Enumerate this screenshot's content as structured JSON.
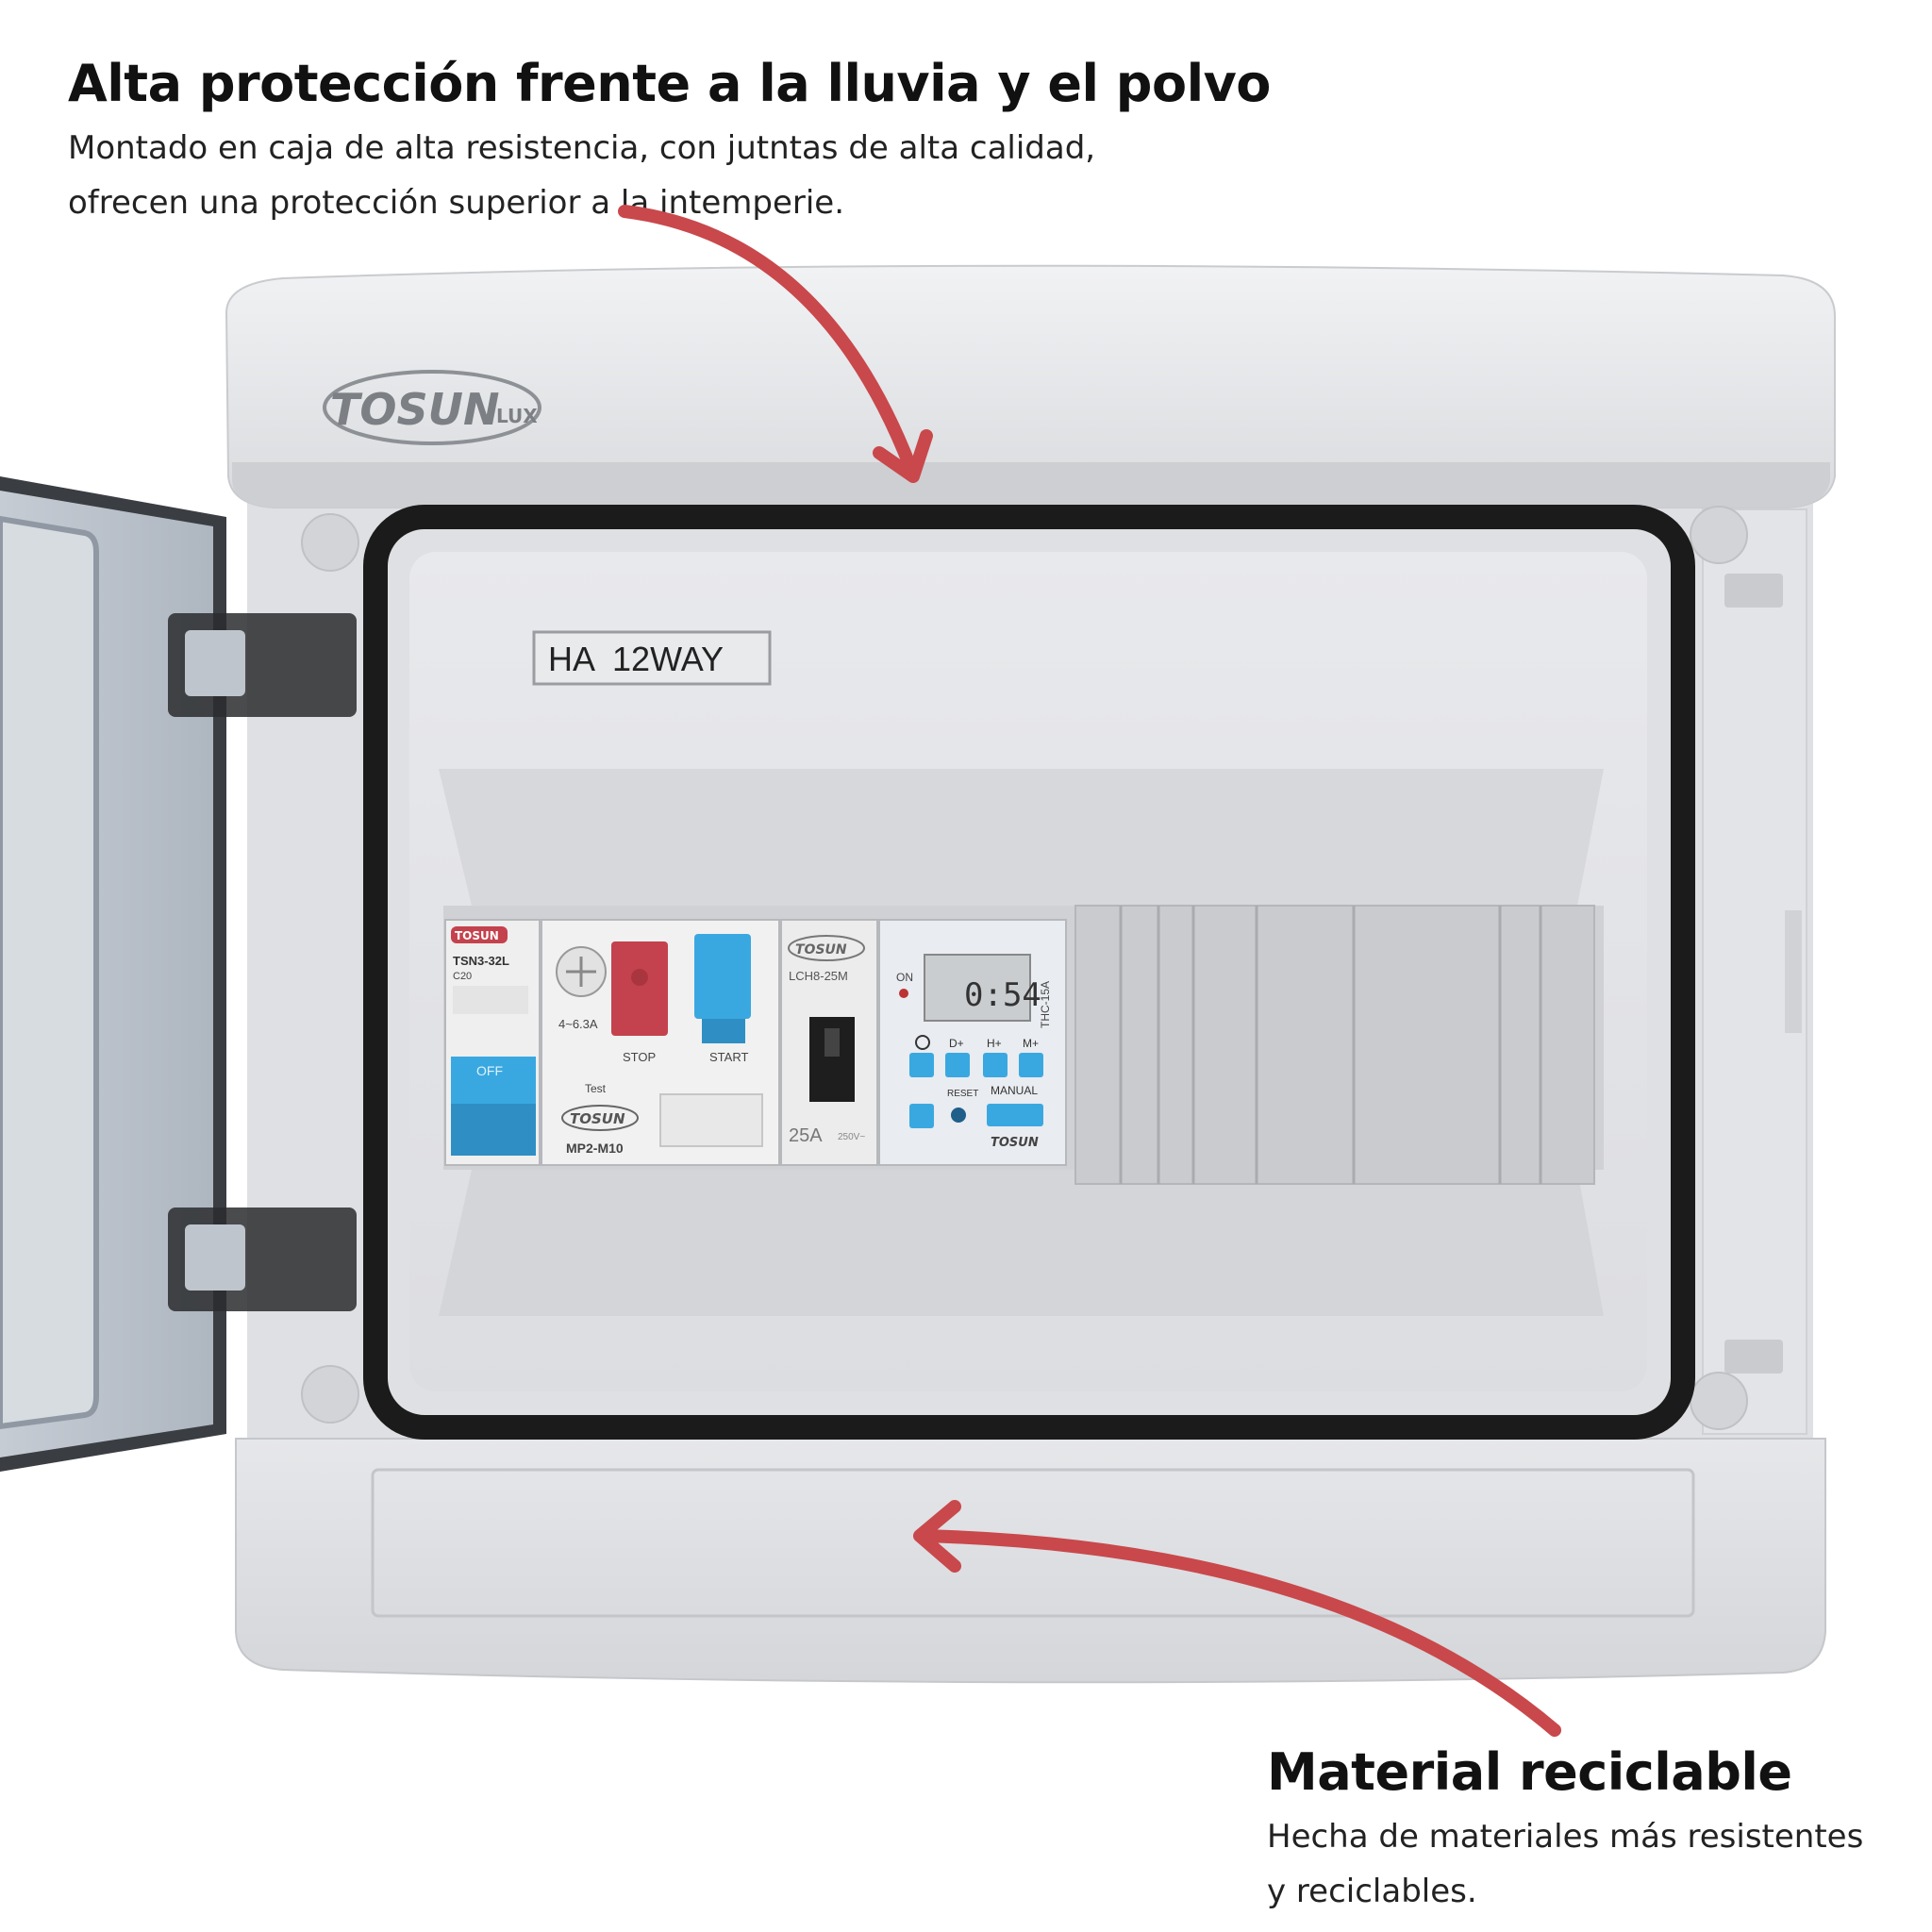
{
  "top_caption": {
    "title": "Alta protección frente a la lluvia y el polvo",
    "line1": "Montado en caja de alta resistencia, con jutntas de alta calidad,",
    "line2": "ofrecen una protección superior a la intemperie."
  },
  "bottom_caption": {
    "title": "Material reciclable",
    "line1": "Hecha de materiales más resistentes",
    "line2": "y reciclables."
  },
  "enclosure": {
    "brand": "TOSUN",
    "brand_suffix": "LUX",
    "label_plate": "HA  12WAY"
  },
  "devices": {
    "rcbo": {
      "brand": "TOSUN",
      "model": "TSN3-32L",
      "rating": "C20",
      "off_label": "OFF"
    },
    "motor_protector": {
      "range": "4~6.3A",
      "stop": "STOP",
      "start": "START",
      "test": "Test",
      "brand": "TOSUN",
      "model": "MP2-M10"
    },
    "contactor": {
      "brand": "TOSUN",
      "model": "LCH8-25M",
      "rating": "25A",
      "voltage": "250V~"
    },
    "timer": {
      "on": "ON",
      "display": "0:54",
      "model": "THC-15A",
      "buttons": [
        "D+",
        "H+",
        "M+"
      ],
      "reset": "RESET",
      "manual": "MANUAL",
      "brand": "TOSUN"
    }
  },
  "colors": {
    "arrow": "#c9484b",
    "enclosure": "#e4e5e7",
    "gasket": "#1b1b1b",
    "blue": "#3aa8e0",
    "red": "#c4424d"
  }
}
